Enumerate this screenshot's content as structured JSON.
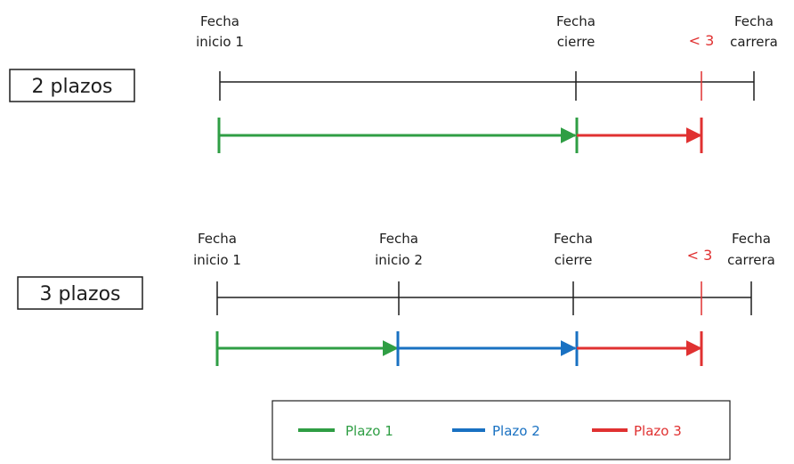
{
  "colors": {
    "axis": "#1e1e1e",
    "plazo_1": "#2f9e44",
    "plazo_2": "#1971c2",
    "plazo_3": "#e03131"
  },
  "scenario_2": {
    "box_label": "2 plazos",
    "fecha_inicio_1": [
      "Fecha",
      "inicio 1"
    ],
    "fecha_cierre": [
      "Fecha",
      "cierre"
    ],
    "fecha_carrera": [
      "Fecha",
      "carrera"
    ],
    "gap_label": "< 3"
  },
  "scenario_3": {
    "box_label": "3 plazos",
    "fecha_inicio_1": [
      "Fecha",
      "inicio 1"
    ],
    "fecha_inicio_2": [
      "Fecha",
      "inicio 2"
    ],
    "fecha_cierre": [
      "Fecha",
      "cierre"
    ],
    "fecha_carrera": [
      "Fecha",
      "carrera"
    ],
    "gap_label": "< 3"
  },
  "legend": {
    "plazo_1": "Plazo 1",
    "plazo_2": "Plazo 2",
    "plazo_3": "Plazo 3"
  }
}
